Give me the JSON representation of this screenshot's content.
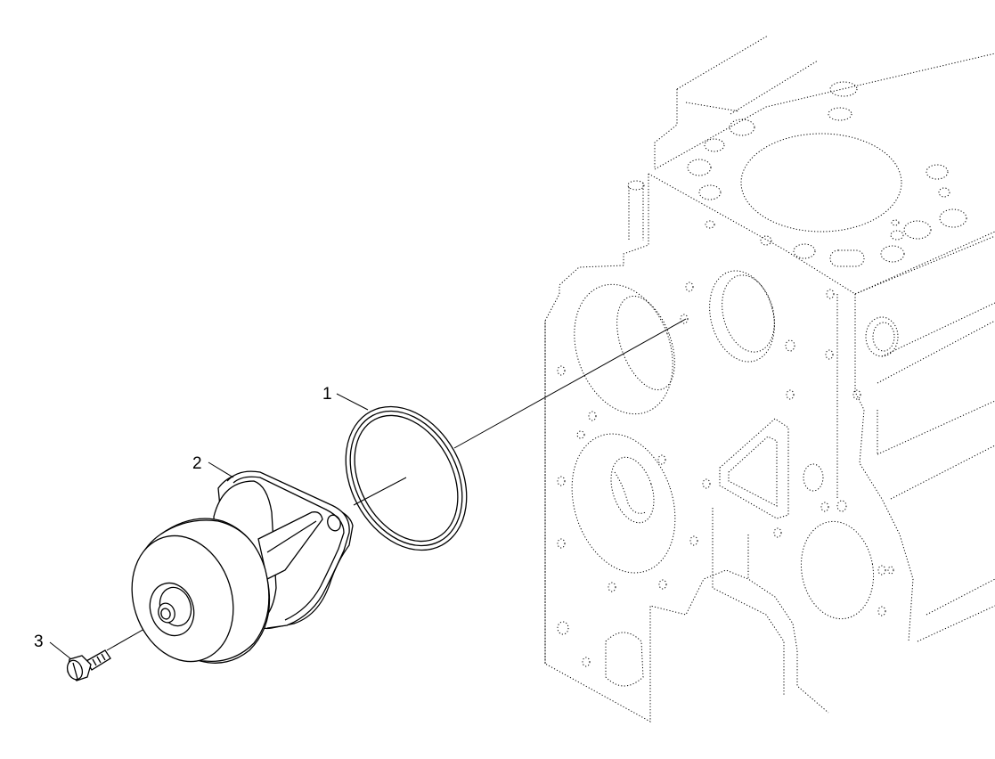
{
  "diagram": {
    "callouts": [
      {
        "id": "1",
        "label": "1",
        "part": "gasket-o-ring"
      },
      {
        "id": "2",
        "label": "2",
        "part": "water-pump"
      },
      {
        "id": "3",
        "label": "3",
        "part": "bolt"
      }
    ],
    "line_style": {
      "parts": "solid",
      "engine_block": "dotted",
      "color": "#000000",
      "background": "#ffffff"
    }
  }
}
